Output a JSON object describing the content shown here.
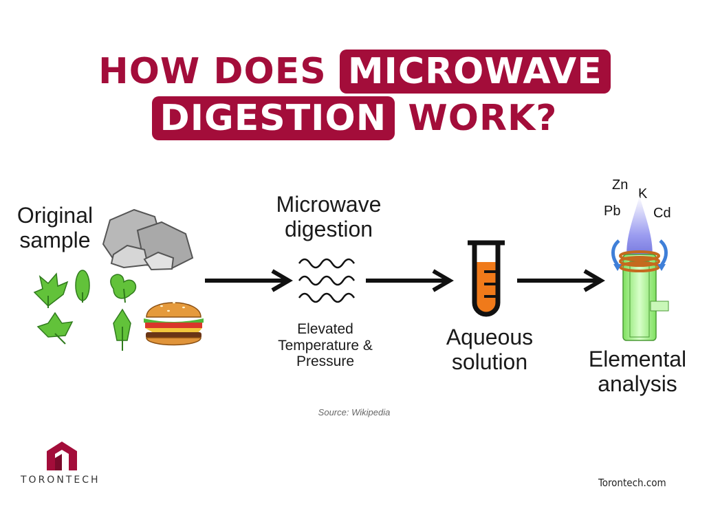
{
  "title": {
    "line1_plain": "HOW DOES",
    "line1_highlight": "MICROWAVE",
    "line2_highlight": "DIGESTION",
    "line2_plain": "WORK?"
  },
  "stages": {
    "original": {
      "line1": "Original",
      "line2": "sample"
    },
    "microwave": {
      "line1": "Microwave",
      "line2": "digestion",
      "cond1": "Elevated",
      "cond2": "Temperature &",
      "cond3": "Pressure"
    },
    "aqueous": {
      "line1": "Aqueous",
      "line2": "solution"
    },
    "elemental": {
      "line1": "Elemental",
      "line2": "analysis"
    }
  },
  "elements": [
    "Zn",
    "K",
    "Pb",
    "Cd"
  ],
  "source": "Source: Wikipedia",
  "brand": {
    "name": "TORONTECH",
    "site": "Torontech.com"
  },
  "colors": {
    "accent": "#a30d3a",
    "liquid": "#f07a1a",
    "tube_green": "#a8f08a",
    "flame": "#8f90e6"
  }
}
